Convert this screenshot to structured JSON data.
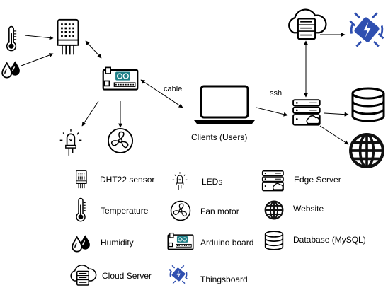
{
  "diagram": {
    "edge_labels": {
      "cable": "cable",
      "ssh": "ssh"
    },
    "nodes": {
      "clients": {
        "label": "Clients (Users)",
        "icon": "laptop-icon"
      },
      "dht22": {
        "icon": "dht22-sensor-icon"
      },
      "thermometer": {
        "icon": "thermometer-icon"
      },
      "droplets": {
        "icon": "humidity-drops-icon"
      },
      "arduino": {
        "icon": "arduino-board-icon"
      },
      "led": {
        "icon": "led-icon"
      },
      "fan": {
        "icon": "fan-icon"
      },
      "cloud": {
        "icon": "cloud-server-icon"
      },
      "thingsboard": {
        "icon": "thingsboard-icon"
      },
      "edge": {
        "icon": "edge-server-icon"
      },
      "database": {
        "icon": "database-icon"
      },
      "website": {
        "icon": "globe-icon"
      }
    }
  },
  "legend": [
    {
      "label": "DHT22 sensor",
      "icon": "dht22-sensor-icon"
    },
    {
      "label": "LEDs",
      "icon": "led-icon"
    },
    {
      "label": "Edge Server",
      "icon": "edge-server-icon"
    },
    {
      "label": "Temperature",
      "icon": "thermometer-icon"
    },
    {
      "label": "Fan motor",
      "icon": "fan-icon"
    },
    {
      "label": "Website",
      "icon": "globe-icon"
    },
    {
      "label": "Humidity",
      "icon": "humidity-drops-icon"
    },
    {
      "label": "Arduino board",
      "icon": "arduino-board-icon"
    },
    {
      "label": "Database (MySQL)",
      "icon": "database-icon"
    },
    {
      "label": "Cloud Server",
      "icon": "cloud-server-icon"
    },
    {
      "label": "Thingsboard",
      "icon": "thingsboard-icon"
    }
  ],
  "colors": {
    "line": "#000000",
    "arduino_teal": "#1f7f87",
    "thingsboard_blue": "#2f4fb0",
    "globe": "#111111"
  }
}
